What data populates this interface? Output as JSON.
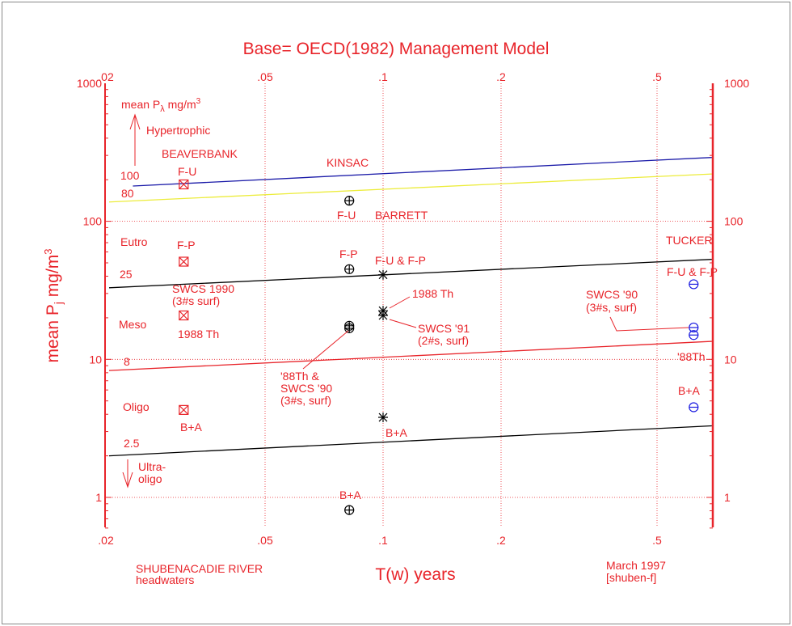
{
  "chart_data": {
    "type": "scatter",
    "title": "Base= OECD(1982) Management Model",
    "xlabel": "T(w) years",
    "ylabel": "mean P",
    "ylabel_sub": "j",
    "ylabel_unit": " mg/m",
    "ylabel_sup": "3",
    "xscale": "log",
    "yscale": "log",
    "xlim": [
      0.02,
      0.69
    ],
    "ylim": [
      0.6,
      1000
    ],
    "grid": true,
    "x_ticks": [
      {
        "v": 0.02,
        "label": ".02"
      },
      {
        "v": 0.05,
        "label": ".05"
      },
      {
        "v": 0.1,
        "label": ".1"
      },
      {
        "v": 0.2,
        "label": ".2"
      },
      {
        "v": 0.5,
        "label": ".5"
      }
    ],
    "y_ticks": [
      {
        "v": 1000,
        "label": "1000"
      },
      {
        "v": 100,
        "label": "100"
      },
      {
        "v": 10,
        "label": "10"
      },
      {
        "v": 1,
        "label": "1"
      }
    ],
    "boundary_lines": [
      {
        "name": "100",
        "color": "#1a1aa8",
        "x": [
          0.023,
          0.69
        ],
        "y": [
          180,
          290
        ]
      },
      {
        "name": "80",
        "color": "#ecec3a",
        "x": [
          0.02,
          0.69
        ],
        "y": [
          138,
          220
        ]
      },
      {
        "name": "25",
        "color": "#000000",
        "x": [
          0.02,
          0.69
        ],
        "y": [
          33,
          53
        ]
      },
      {
        "name": "8",
        "color": "#e8242a",
        "x": [
          0.02,
          0.69
        ],
        "y": [
          8.3,
          13.5
        ]
      },
      {
        "name": "2.5",
        "color": "#000000",
        "x": [
          0.02,
          0.69
        ],
        "y": [
          2.0,
          3.3
        ]
      }
    ],
    "series": [
      {
        "name": "BEAVERBANK",
        "marker": "square-x",
        "color": "#e8242a",
        "points": [
          {
            "x": 0.031,
            "y": 185,
            "label": "F-U"
          },
          {
            "x": 0.031,
            "y": 51,
            "label": "F-P"
          },
          {
            "x": 0.031,
            "y": 20.8,
            "label": "1988 Th"
          },
          {
            "x": 0.031,
            "y": 4.3,
            "label": "B+A"
          }
        ]
      },
      {
        "name": "KINSAC",
        "marker": "circle-plus",
        "color": "#000000",
        "points": [
          {
            "x": 0.082,
            "y": 141,
            "label": "F-U"
          },
          {
            "x": 0.082,
            "y": 45,
            "label": "F-P"
          },
          {
            "x": 0.082,
            "y": 17.5,
            "label": "'88Th"
          },
          {
            "x": 0.082,
            "y": 16.8,
            "label": "SWCS '90"
          },
          {
            "x": 0.082,
            "y": 0.81,
            "label": "B+A"
          }
        ]
      },
      {
        "name": "BARRETT",
        "marker": "asterisk",
        "color": "#000000",
        "points": [
          {
            "x": 0.1,
            "y": 41,
            "label": "F-U & F-P"
          },
          {
            "x": 0.1,
            "y": 22.5,
            "label": "1988 Th"
          },
          {
            "x": 0.1,
            "y": 20.8,
            "label": "SWCS '91"
          },
          {
            "x": 0.1,
            "y": 3.8,
            "label": "B+A"
          }
        ]
      },
      {
        "name": "TUCKER",
        "marker": "circle-minus",
        "color": "#1a1ae0",
        "points": [
          {
            "x": 0.62,
            "y": 35,
            "label": "F-U & F-P"
          },
          {
            "x": 0.62,
            "y": 17,
            "label": "SWCS '90"
          },
          {
            "x": 0.62,
            "y": 15,
            "label": "SWCS '90"
          },
          {
            "x": 0.62,
            "y": 4.5,
            "label": "B+A"
          }
        ]
      }
    ]
  },
  "labels": {
    "inner_ylabel": "mean P",
    "inner_ylabel_sub": "λ",
    "inner_ylabel_unit": " mg/m",
    "inner_ylabel_sup": "3",
    "hypertrophic": "Hypertrophic",
    "eutro": "Eutro",
    "meso": "Meso",
    "oligo": "Oligo",
    "ultra1": "Ultra-",
    "ultra2": "oligo",
    "b100": "100",
    "b80": "80",
    "b25": "25",
    "b8": "8",
    "b25s": "2.5",
    "beaverbank": "BEAVERBANK",
    "kinsac": "KINSAC",
    "barrett": "BARRETT",
    "tucker": "TUCKER",
    "bb_fu": "F-U",
    "bb_fp": "F-P",
    "swcs1990a": "SWCS 1990",
    "swcs1990b": "(3#s surf)",
    "bb_th": "1988 Th",
    "bb_ba": "B+A",
    "k_fu": "F-U",
    "k_fp": "F-P",
    "k_a1": "'88Th &",
    "k_a2": "SWCS '90",
    "k_a3": "(3#s, surf)",
    "k_ba": "B+A",
    "b_fufp": "F-U & F-P",
    "b_th": "1988 Th",
    "b_sw1": "SWCS '91",
    "b_sw2": "(2#s, surf)",
    "b_ba": "B+A",
    "t_fufp": "F-U & F-P",
    "t_sw1": "SWCS '90",
    "t_sw2": "(3#s, surf)",
    "t_th": "'88Th",
    "t_ba": "B+A",
    "foot_left1": "SHUBENACADIE RIVER",
    "foot_left2": "headwaters",
    "foot_right1": "March 1997",
    "foot_right2": "[shuben-f]"
  }
}
